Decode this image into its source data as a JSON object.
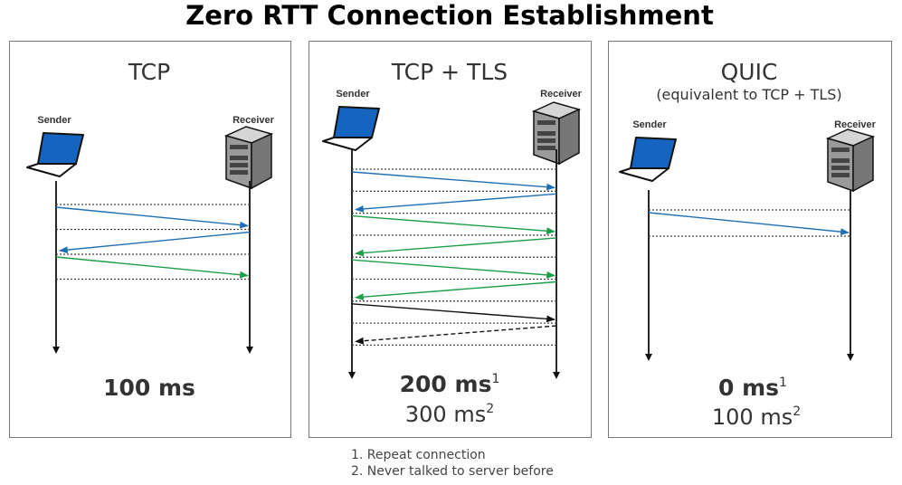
{
  "title": "Zero RTT Connection Establishment",
  "colors": {
    "blue": "#1f6fb2",
    "green": "#1e9e4a",
    "black": "#111111",
    "screen": "#1565c0"
  },
  "panels": [
    {
      "title": "TCP",
      "subtitle": "",
      "sender_label": "Sender",
      "receiver_label": "Receiver",
      "messages": [
        {
          "dir": "right",
          "color": "blue",
          "dashed": false
        },
        {
          "dir": "left",
          "color": "blue",
          "dashed": false
        },
        {
          "dir": "right",
          "color": "green",
          "dashed": false
        }
      ],
      "time_primary": "100 ms",
      "time_primary_note": "",
      "time_secondary": "",
      "time_secondary_note": ""
    },
    {
      "title": "TCP + TLS",
      "subtitle": "",
      "sender_label": "Sender",
      "receiver_label": "Receiver",
      "messages": [
        {
          "dir": "right",
          "color": "blue",
          "dashed": false
        },
        {
          "dir": "left",
          "color": "blue",
          "dashed": false
        },
        {
          "dir": "right",
          "color": "green",
          "dashed": false
        },
        {
          "dir": "left",
          "color": "green",
          "dashed": false
        },
        {
          "dir": "right",
          "color": "green",
          "dashed": false
        },
        {
          "dir": "left",
          "color": "green",
          "dashed": false
        },
        {
          "dir": "right",
          "color": "black",
          "dashed": false
        },
        {
          "dir": "left",
          "color": "black",
          "dashed": true
        }
      ],
      "time_primary": "200 ms",
      "time_primary_note": "1",
      "time_secondary": "300 ms",
      "time_secondary_note": "2"
    },
    {
      "title": "QUIC",
      "subtitle": "(equivalent to TCP + TLS)",
      "sender_label": "Sender",
      "receiver_label": "Receiver",
      "messages": [
        {
          "dir": "right",
          "color": "blue",
          "dashed": false
        }
      ],
      "time_primary": "0 ms",
      "time_primary_note": "1",
      "time_secondary": "100 ms",
      "time_secondary_note": "2"
    }
  ],
  "footnotes": [
    "1. Repeat connection",
    "2. Never talked to server before"
  ]
}
